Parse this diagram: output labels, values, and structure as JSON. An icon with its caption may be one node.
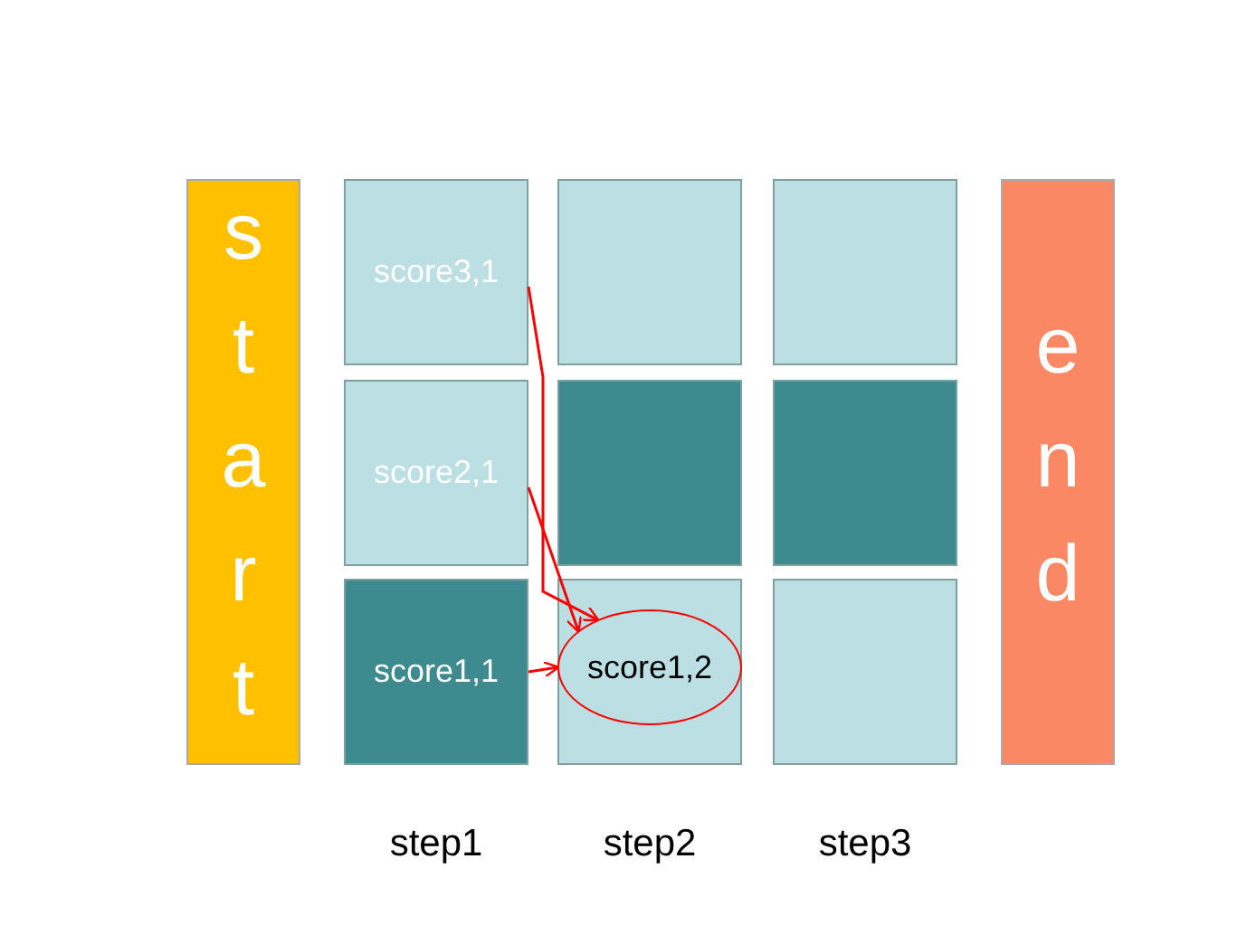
{
  "diagram": {
    "nodes": [
      {
        "text": [
          "start"
        ]
      },
      {
        "text": [
          "score3,1"
        ]
      },
      {
        "text": [],
        "shape": "box"
      },
      {
        "text": [],
        "shape": "box"
      },
      {
        "text": [
          "score2,1"
        ]
      },
      {
        "text": [],
        "shape": "box"
      },
      {
        "text": [],
        "shape": "box"
      },
      {
        "text": [
          "score1,1"
        ]
      },
      {
        "text": [],
        "shape": "box"
      },
      {
        "text": [
          "score1,2"
        ],
        "in": 8
      },
      {
        "text": [],
        "shape": "box"
      },
      {
        "text": [
          "end"
        ]
      }
    ],
    "edges": [
      {
        "from": 1,
        "to": 9,
        "arrow": "to"
      },
      {
        "from": 4,
        "to": 9,
        "arrow": "to"
      },
      {
        "from": 7,
        "to": 9,
        "arrow": "to"
      }
    ],
    "labels": [
      "step1",
      "step2",
      "step3"
    ]
  }
}
